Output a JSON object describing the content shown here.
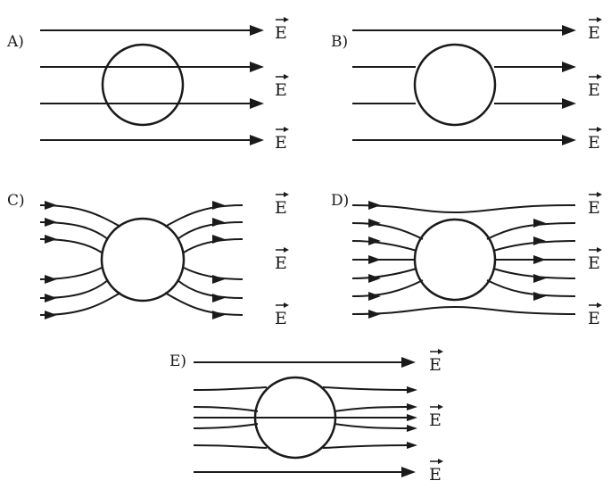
{
  "panels": [
    {
      "label": "A)",
      "e_label": "E",
      "circle_stroke": "#1a1a1a"
    },
    {
      "label": "B)",
      "e_label": "E",
      "circle_stroke": "#1a1a1a"
    },
    {
      "label": "C)",
      "e_label": "E",
      "circle_stroke": "#1a1a1a"
    },
    {
      "label": "D)",
      "e_label": "E",
      "circle_stroke": "#1a1a1a"
    },
    {
      "label": "E)",
      "e_label": "E",
      "circle_stroke": "#1a1a1a"
    }
  ],
  "colors": {
    "line": "#1a1a1a",
    "background": "#ffffff"
  }
}
